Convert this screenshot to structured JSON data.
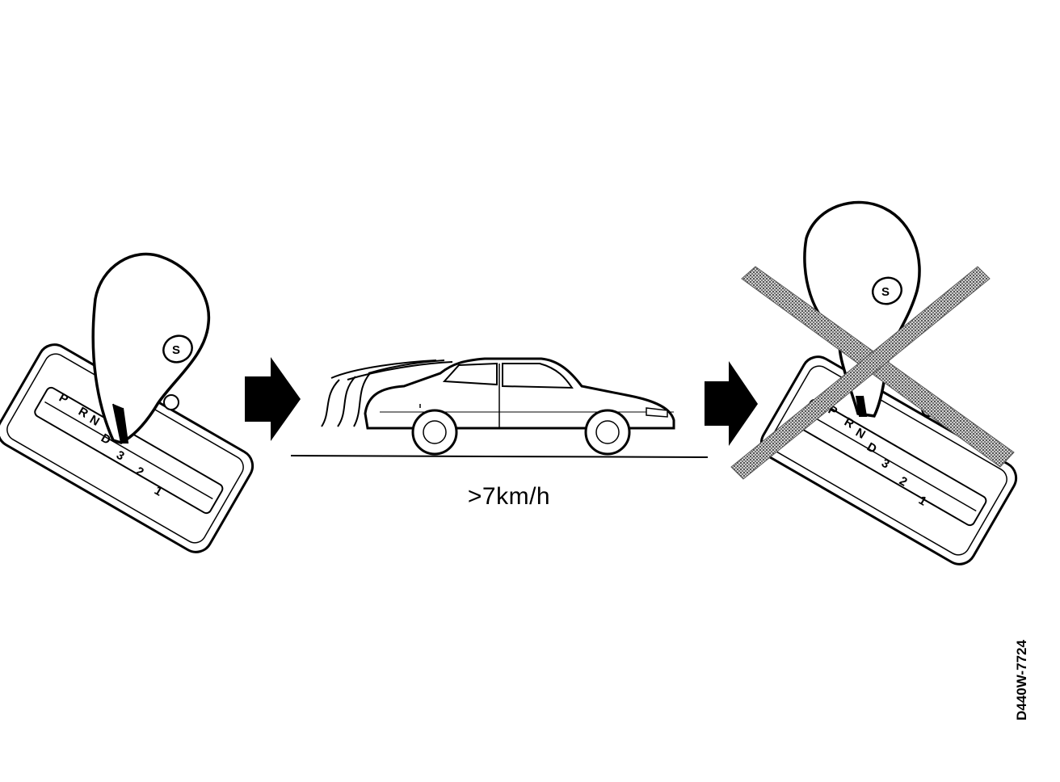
{
  "speed_condition": ">7km/h",
  "figure_code": "D440W-7724",
  "gear_positions": [
    "P",
    "R",
    "N",
    "D",
    "3",
    "2",
    "1"
  ],
  "shift_button_letter": "S",
  "colors": {
    "ink": "#000000",
    "paper": "#ffffff",
    "prohibition_cross": "#9a9a9a"
  },
  "icons": [
    "gear-lever-icon",
    "arrow-right-icon",
    "moving-car-icon",
    "prohibition-cross-icon"
  ]
}
